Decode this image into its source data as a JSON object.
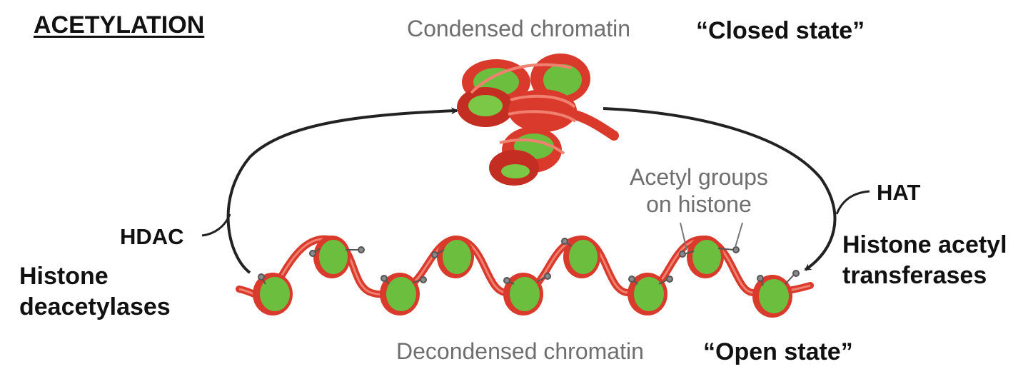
{
  "title": "ACETYLATION",
  "condensed": {
    "label": "Condensed chromatin",
    "state": "“Closed state”"
  },
  "decondensed": {
    "label": "Decondensed chromatin",
    "state": "“Open state”"
  },
  "annotation": {
    "line1": "Acetyl groups",
    "line2": "on histone"
  },
  "hat": {
    "abbrev": "HAT",
    "line1": "Histone acetyl",
    "line2": "transferases"
  },
  "hdac": {
    "abbrev": "HDAC",
    "line1": "Histone",
    "line2": "deacetylases"
  },
  "colors": {
    "dna": "#d93a2b",
    "dna_dark": "#b3241a",
    "histone": "#6cbf3e",
    "histone_light": "#9ad65c",
    "arrow": "#222222",
    "acetyl": "#8a8a8a"
  }
}
